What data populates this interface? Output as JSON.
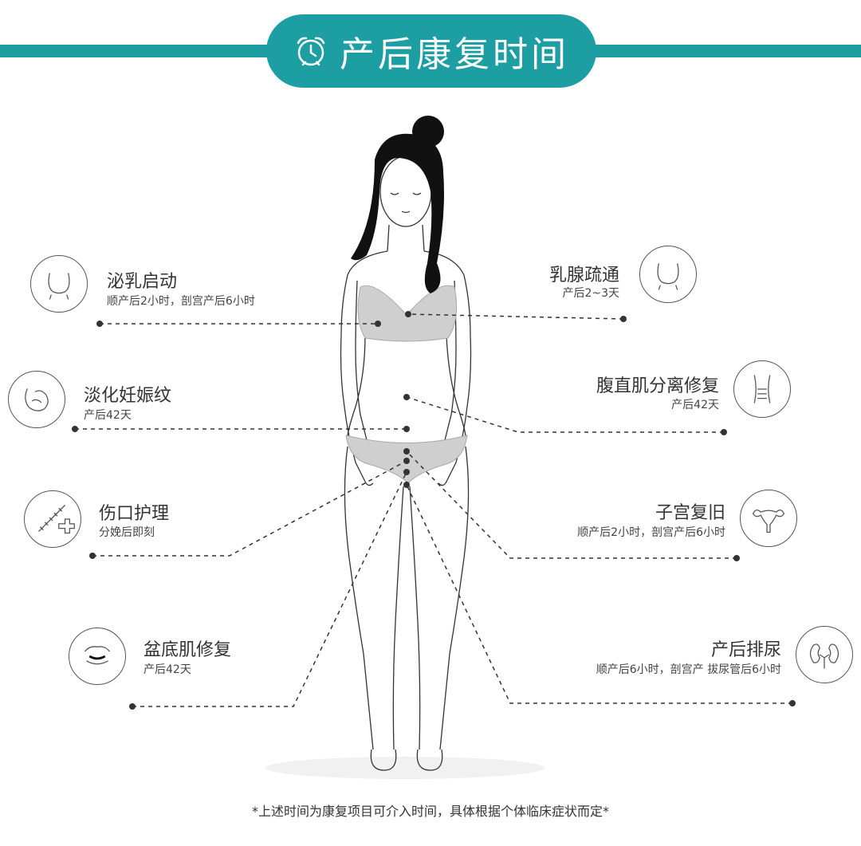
{
  "header": {
    "title": "产后康复时间",
    "title_icon": "alarm-clock-icon",
    "accent_color": "#1d9ea3"
  },
  "items": {
    "breastfeeding_start": {
      "title": "泌乳启动",
      "subtitle": "顺产后2小时，剖宫产后6小时",
      "icon": "breast-icon"
    },
    "breast_unblocking": {
      "title": "乳腺疏通",
      "subtitle": "产后2~3天",
      "icon": "breast-icon"
    },
    "stretch_marks": {
      "title": "淡化妊娠纹",
      "subtitle": "产后42天",
      "icon": "pregnant-belly-icon"
    },
    "diastasis_recti": {
      "title": "腹直肌分离修复",
      "subtitle": "产后42天",
      "icon": "torso-icon"
    },
    "wound_care": {
      "title": "伤口护理",
      "subtitle": "分娩后即刻",
      "icon": "wound-stitch-icon"
    },
    "uterus_recovery": {
      "title": "子宫复旧",
      "subtitle": "顺产后2小时，剖宫产后6小时",
      "icon": "uterus-icon"
    },
    "pelvic_floor": {
      "title": "盆底肌修复",
      "subtitle": "产后42天",
      "icon": "pelvic-floor-icon"
    },
    "urination": {
      "title": "产后排尿",
      "subtitle": "顺产后6小时，剖宫产 拔尿管后6小时",
      "icon": "kidney-icon"
    }
  },
  "footnote": "*上述时间为康复项目可介入时间，具体根据个体临床症状而定*"
}
